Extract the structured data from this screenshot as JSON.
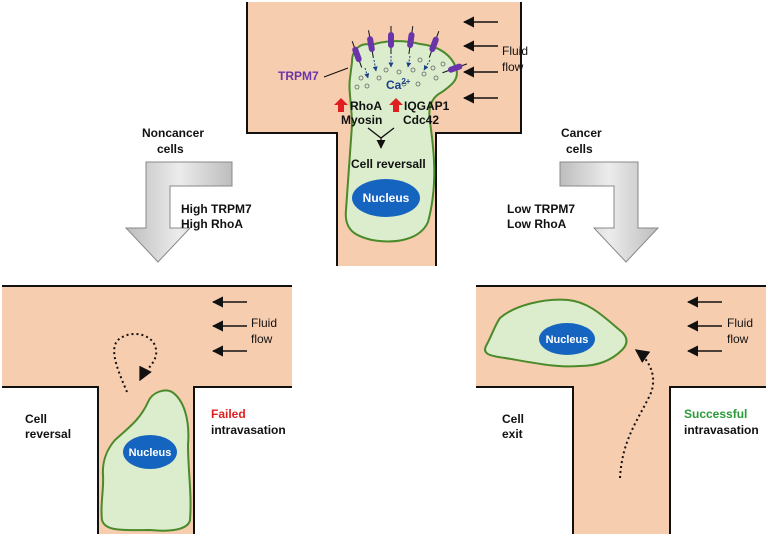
{
  "colors": {
    "vessel": "#f7cdb0",
    "cell_fill": "#dbedcc",
    "cell_stroke": "#4a8a2a",
    "nucleus": "#1565c0",
    "trpm7": "#6a35a8",
    "failed": "#e02020",
    "successful": "#2a9a3a",
    "up_arrow": "#e02020",
    "process_arrow": "#c8c8c8"
  },
  "top_panel": {
    "flow_label_1": "Fluid",
    "flow_label_2": "flow",
    "trpm7_label": "TRPM7",
    "calcium_label": "Ca",
    "calcium_superscript": "2+",
    "left_markers": [
      "RhoA",
      "Myosin"
    ],
    "right_markers": [
      "IQGAP1",
      "Cdc42"
    ],
    "outcome_label": "Cell reversall",
    "nucleus_label": "Nucleus"
  },
  "left_branch": {
    "title_1": "Noncancer",
    "title_2": "cells",
    "condition_1": "High TRPM7",
    "condition_2": "High RhoA"
  },
  "right_branch": {
    "title_1": "Cancer",
    "title_2": "cells",
    "condition_1": "Low TRPM7",
    "condition_2": "Low RhoA"
  },
  "bottom_left_panel": {
    "flow_label_1": "Fluid",
    "flow_label_2": "flow",
    "side_label_1": "Cell",
    "side_label_2": "reversal",
    "result_highlight": "Failed",
    "result_text": "intravasation",
    "nucleus_label": "Nucleus"
  },
  "bottom_right_panel": {
    "flow_label_1": "Fluid",
    "flow_label_2": "flow",
    "side_label_1": "Cell",
    "side_label_2": "exit",
    "result_highlight": "Successful",
    "result_text": "intravasation",
    "nucleus_label": "Nucleus"
  }
}
